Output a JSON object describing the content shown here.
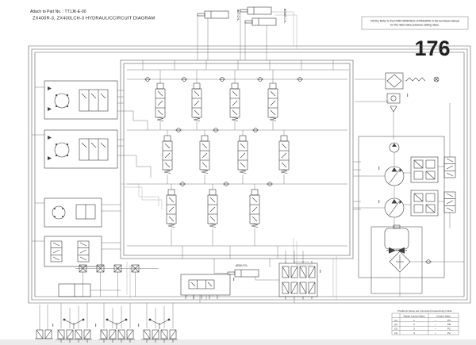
{
  "header": {
    "attach_line": "Attach to Part No. : TT1JK-E-00",
    "title_line": "ZX400R-3, ZX400LCH-3 HYDRAULICCIRCUIT DIAGRAM",
    "page_number": "176",
    "note_line1": "NOTE) Refer to the PERFORMANCE STANDARD in the technical manual",
    "note_line2": "for the relief valve pressure setting value."
  },
  "labels": {
    "bkt_cyl": "BKT CYL.",
    "boom_cyl": "BOOM CYL.",
    "arm_cyl": "ARM CYL."
  },
  "table": {
    "caption": "Positions below are connected respectively inside.",
    "col_signal": "Signal Control Valve",
    "col_control": "Control Valve",
    "rows": [
      {
        "no": "(1)",
        "signal": "1",
        "dash": "--",
        "control": "P4"
      },
      {
        "no": "(2)",
        "signal": "2",
        "dash": "--",
        "control": "PB"
      },
      {
        "no": "(3)",
        "signal": "3",
        "dash": "--",
        "control": "P2"
      },
      {
        "no": "(4)",
        "signal": "4",
        "dash": "--",
        "control": "P2"
      }
    ]
  },
  "colors": {
    "line": "#3f3f3f",
    "wire": "#6e6e6e",
    "paper": "#ffffff",
    "footer_strip": "#ebebeb"
  }
}
